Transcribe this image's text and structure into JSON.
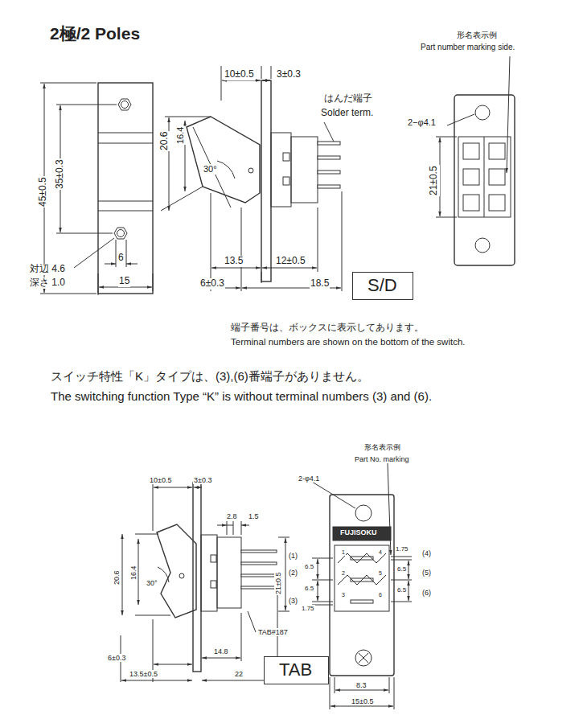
{
  "diagram": {
    "title": "2極/2 Poles",
    "nodes": [
      {
        "text": [
          "S/D"
        ]
      },
      {
        "text": [
          "TAB"
        ]
      }
    ],
    "labels": [
      "10±0.5",
      "3±0.3",
      "はんだ端子",
      "Solder term.",
      "形名表示例",
      "Part number marking side.",
      "2−φ4.1",
      "45±0.5",
      "35±0.3",
      "20.6",
      "16.4",
      "30°",
      "21±0.5",
      "6",
      "15",
      "対辺 4.6",
      "深さ 1.0",
      "13.5",
      "12±0.5",
      "6±0.3",
      "18.5",
      "端子番号は、ボックスに表示してあります。",
      "Terminal numbers are shown on the bottom of the switch.",
      "スイッチ特性「K」タイプは、(3),(6)番端子がありません。",
      "The switching function Type “K” is without terminal numbers (3) and (6).",
      "10±0.5",
      "3±0.3",
      "2.8",
      "1.5",
      "20.6",
      "16.4",
      "30°",
      "21±0.5",
      "TAB#187",
      "6±0.3",
      "14.8",
      "13.5±0.5",
      "22",
      "2-φ4.1",
      "形名表示例",
      "Part No. marking",
      "FUJISOKU",
      "(1)",
      "(2)",
      "(3)",
      "6.5",
      "6.5",
      "1.75",
      "(4)",
      "(5)",
      "(6)",
      "1.75",
      "6.5",
      "6.5",
      "1",
      "2",
      "3",
      "4",
      "5",
      "6",
      "8.3",
      "15±0.5"
    ]
  }
}
